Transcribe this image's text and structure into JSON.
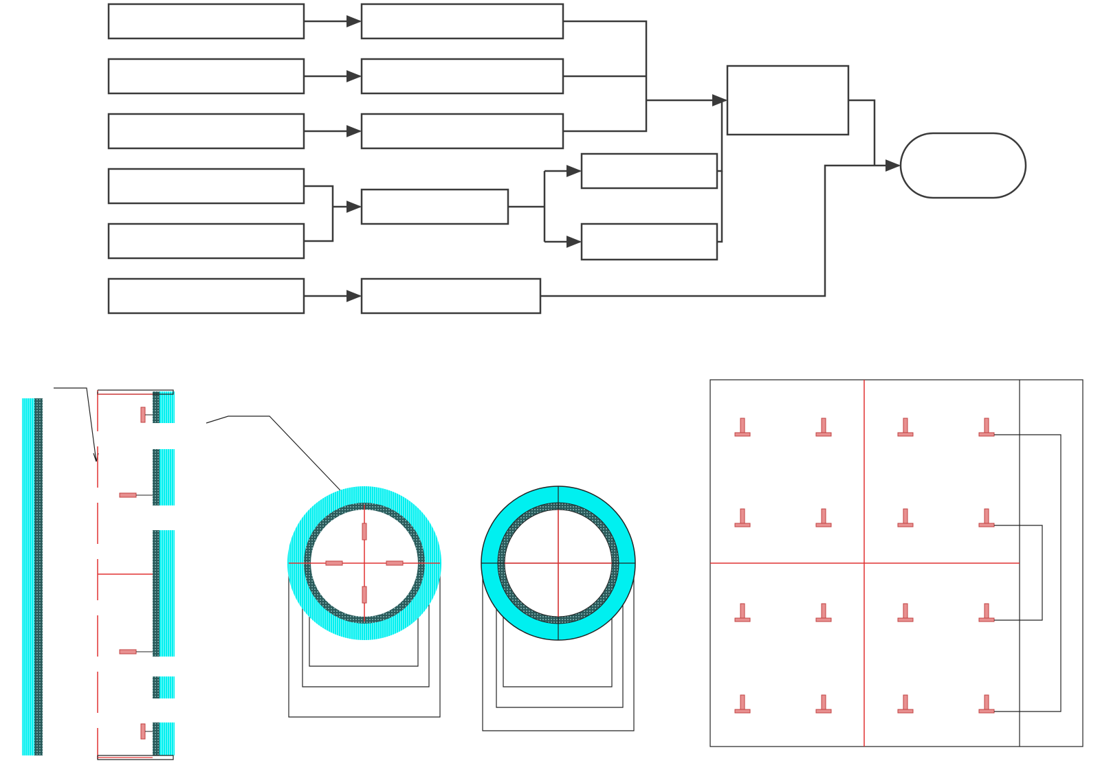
{
  "colors": {
    "box_stroke": "#3a3a3a",
    "connector": "#3a3a3a",
    "insulation": "#00f0f0",
    "core": "#2a5a5a",
    "centerline": "#e03030",
    "sensor": "#e89090",
    "wire": "#222222"
  },
  "flowchart": {
    "boxes": [
      {
        "id": "input-1",
        "label": ""
      },
      {
        "id": "input-2",
        "label": ""
      },
      {
        "id": "input-3",
        "label": ""
      },
      {
        "id": "input-4",
        "label": ""
      },
      {
        "id": "input-5",
        "label": ""
      },
      {
        "id": "input-6",
        "label": ""
      },
      {
        "id": "stage-1",
        "label": ""
      },
      {
        "id": "stage-2",
        "label": ""
      },
      {
        "id": "stage-3",
        "label": ""
      },
      {
        "id": "stage-merge",
        "label": ""
      },
      {
        "id": "stage-6",
        "label": ""
      },
      {
        "id": "branch-a",
        "label": ""
      },
      {
        "id": "branch-b",
        "label": ""
      },
      {
        "id": "collector",
        "label": ""
      },
      {
        "id": "terminal",
        "label": ""
      }
    ]
  },
  "drawings": {
    "side_view": {
      "label": ""
    },
    "cross_section_sensors": {
      "label": ""
    },
    "cross_section_plain": {
      "label": ""
    },
    "sensor_grid": {
      "rows": 4,
      "cols": 4,
      "label": ""
    }
  }
}
